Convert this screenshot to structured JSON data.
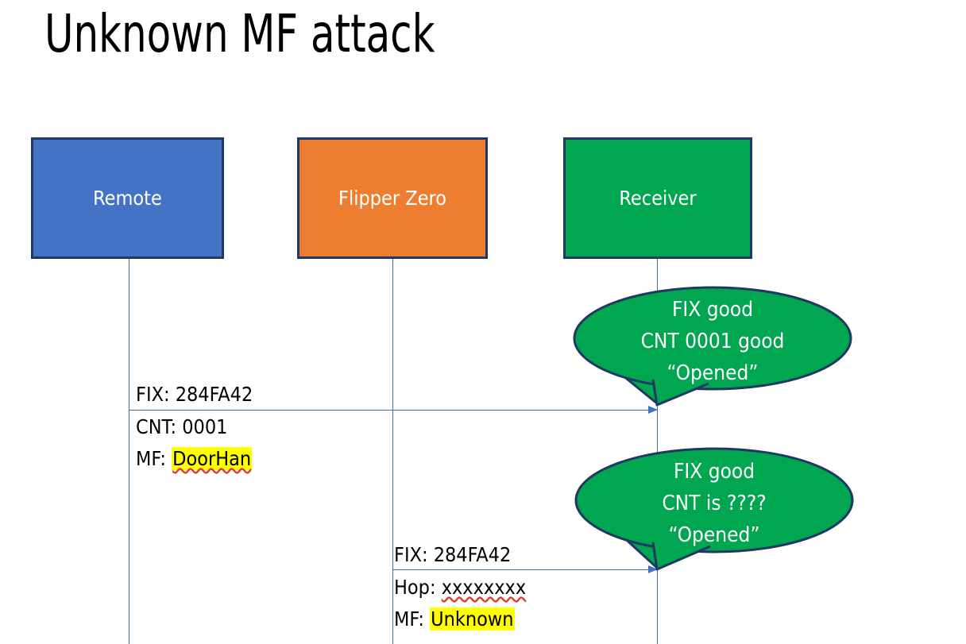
{
  "slide": {
    "title": "Unknown MF attack",
    "background_color": "#FFFFFF"
  },
  "colors": {
    "remote_box": "#4472C4",
    "flipper_box": "#ED7D31",
    "receiver_box": "#00A650",
    "box_border": "#1F3864",
    "lifeline": "#41719C",
    "arrow_head": "#4472C4",
    "bubble_fill": "#00A650",
    "bubble_border": "#1F3864",
    "highlight": "#FFFF00",
    "spellcheck_underline": "#E03C31",
    "box_label_text": "#FFFFFF",
    "message_text": "#000000"
  },
  "actors": [
    {
      "id": "remote",
      "label": "Remote",
      "color": "#4472C4"
    },
    {
      "id": "flipper",
      "label": "Flipper Zero",
      "color": "#ED7D31"
    },
    {
      "id": "receiver",
      "label": "Receiver",
      "color": "#00A650"
    }
  ],
  "messages": [
    {
      "id": "msg-1",
      "from": "remote",
      "to": "receiver",
      "line1": "FIX: 284FA42",
      "line2": "CNT: 0001",
      "line3_prefix": "MF: ",
      "line3_value": "DoorHan",
      "line3_highlighted": true,
      "line3_spellchecked": true
    },
    {
      "id": "msg-2",
      "from": "flipper",
      "to": "receiver",
      "line1": "FIX: 284FA42",
      "line2_prefix": "Hop: ",
      "line2_value": "xxxxxxxx",
      "line2_spellchecked": true,
      "line3_prefix": "MF: ",
      "line3_value": "Unknown",
      "line3_highlighted": true
    }
  ],
  "bubbles": [
    {
      "id": "bubble-1",
      "line1": "FIX good",
      "line2": "CNT 0001 good",
      "line3": "“Opened”"
    },
    {
      "id": "bubble-2",
      "line1": "FIX good",
      "line2": "CNT is ????",
      "line3": "“Opened”"
    }
  ]
}
